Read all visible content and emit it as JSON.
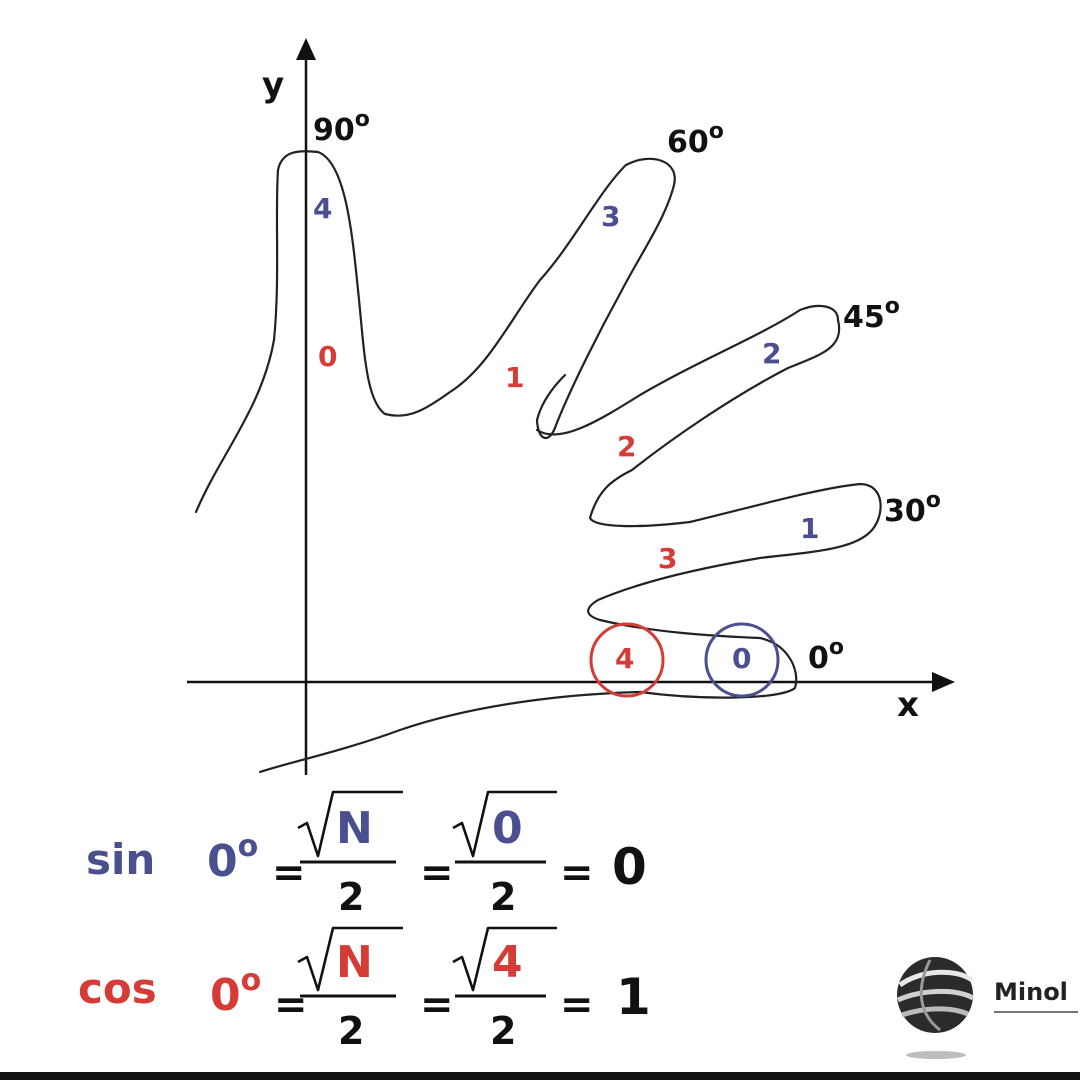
{
  "colors": {
    "ink": "#111111",
    "blue": "#4a4f8f",
    "red": "#d53c36"
  },
  "axes": {
    "x_label": "x",
    "y_label": "y"
  },
  "angles": {
    "a90": "90",
    "a60": "60",
    "a45": "45",
    "a30": "30",
    "a0": "0",
    "degree_mark": "o"
  },
  "fingers": {
    "thumb": {
      "sin_count": "4",
      "cos_count": "0"
    },
    "index": {
      "sin_count": "3",
      "cos_count": "1"
    },
    "middle": {
      "sin_count": "2",
      "cos_count": "2"
    },
    "ring": {
      "sin_count": "1",
      "cos_count": "3"
    },
    "little": {
      "sin_count": "0",
      "cos_count": "4"
    }
  },
  "formulas": {
    "sin": {
      "fn": "sin",
      "angle": "0",
      "deg": "o",
      "eq": "=",
      "radicand": "N",
      "value_radicand": "0",
      "denominator": "2",
      "result": "0"
    },
    "cos": {
      "fn": "cos",
      "angle": "0",
      "deg": "o",
      "eq": "=",
      "radicand": "N",
      "value_radicand": "4",
      "denominator": "2",
      "result": "1"
    }
  },
  "logo": {
    "text": "Minol",
    "icon": "globe-logo-icon"
  }
}
